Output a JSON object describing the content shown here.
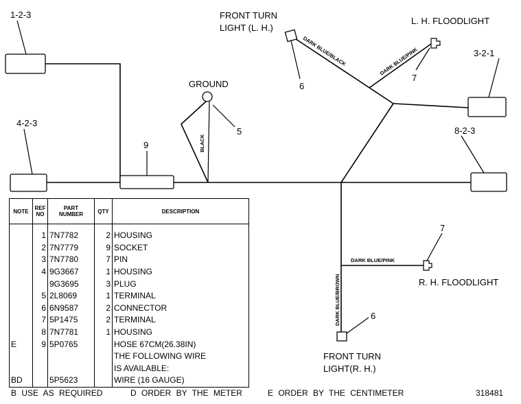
{
  "callouts": {
    "c123": "1-2-3",
    "c423": "4-2-3",
    "c321": "3-2-1",
    "c823": "8-2-3",
    "c9": "9",
    "c5": "5",
    "c6_top": "6",
    "c6_bottom": "6",
    "c7_top": "7",
    "c7_right": "7",
    "ground": "GROUND",
    "front_turn_lh_1": "FRONT TURN",
    "front_turn_lh_2": "LIGHT (L. H.)",
    "lh_floodlight": "L. H. FLOODLIGHT",
    "rh_floodlight": "R. H. FLOODLIGHT",
    "front_turn_rh_1": "FRONT TURN",
    "front_turn_rh_2": "LIGHT(R. H.)"
  },
  "wires": {
    "black": "BLACK",
    "dark_blue_black": "DARK BLUE/BLACK",
    "dark_blue_pink_top": "DARK BLUE/PINK",
    "dark_blue_pink_right": "DARK BLUE/PINK",
    "dark_blue_brown": "DARK BLUE/BROWN"
  },
  "table": {
    "headers": {
      "note": "NOTE",
      "ref1": "REF",
      "ref2": "NO",
      "part1": "PART",
      "part2": "NUMBER",
      "qty": "QTY",
      "desc": "DESCRIPTION"
    },
    "rows": [
      {
        "note": "",
        "ref": "1",
        "part": "7N7782",
        "qty": "2",
        "desc": "HOUSING"
      },
      {
        "note": "",
        "ref": "2",
        "part": "7N7779",
        "qty": "9",
        "desc": "SOCKET"
      },
      {
        "note": "",
        "ref": "3",
        "part": "7N7780",
        "qty": "7",
        "desc": "PIN"
      },
      {
        "note": "",
        "ref": "4",
        "part": "9G3667",
        "qty": "1",
        "desc": "HOUSING"
      },
      {
        "note": "",
        "ref": "",
        "part": "9G3695",
        "qty": "3",
        "desc": "PLUG"
      },
      {
        "note": "",
        "ref": "5",
        "part": "2L8069",
        "qty": "1",
        "desc": "TERMINAL"
      },
      {
        "note": "",
        "ref": "6",
        "part": "6N9587",
        "qty": "2",
        "desc": "CONNECTOR"
      },
      {
        "note": "",
        "ref": "7",
        "part": "5P1475",
        "qty": "2",
        "desc": "TERMINAL"
      },
      {
        "note": "",
        "ref": "8",
        "part": "7N7781",
        "qty": "1",
        "desc": "HOUSING"
      },
      {
        "note": "E",
        "ref": "9",
        "part": "5P0765",
        "qty": "",
        "desc": "HOSE 67CM(26.38IN)"
      },
      {
        "note": "",
        "ref": "",
        "part": "",
        "qty": "",
        "desc": "THE FOLLOWING WIRE"
      },
      {
        "note": "",
        "ref": "",
        "part": "",
        "qty": "",
        "desc": "IS AVAILABLE:"
      },
      {
        "note": "BD",
        "ref": "",
        "part": "5P5623",
        "qty": "",
        "desc": "WIRE (16 GAUGE)"
      }
    ]
  },
  "footer": {
    "b": "B USE AS REQUIRED",
    "d": "D ORDER BY THE METER",
    "e": "E ORDER BY THE CENTIMETER",
    "number": "318481"
  }
}
